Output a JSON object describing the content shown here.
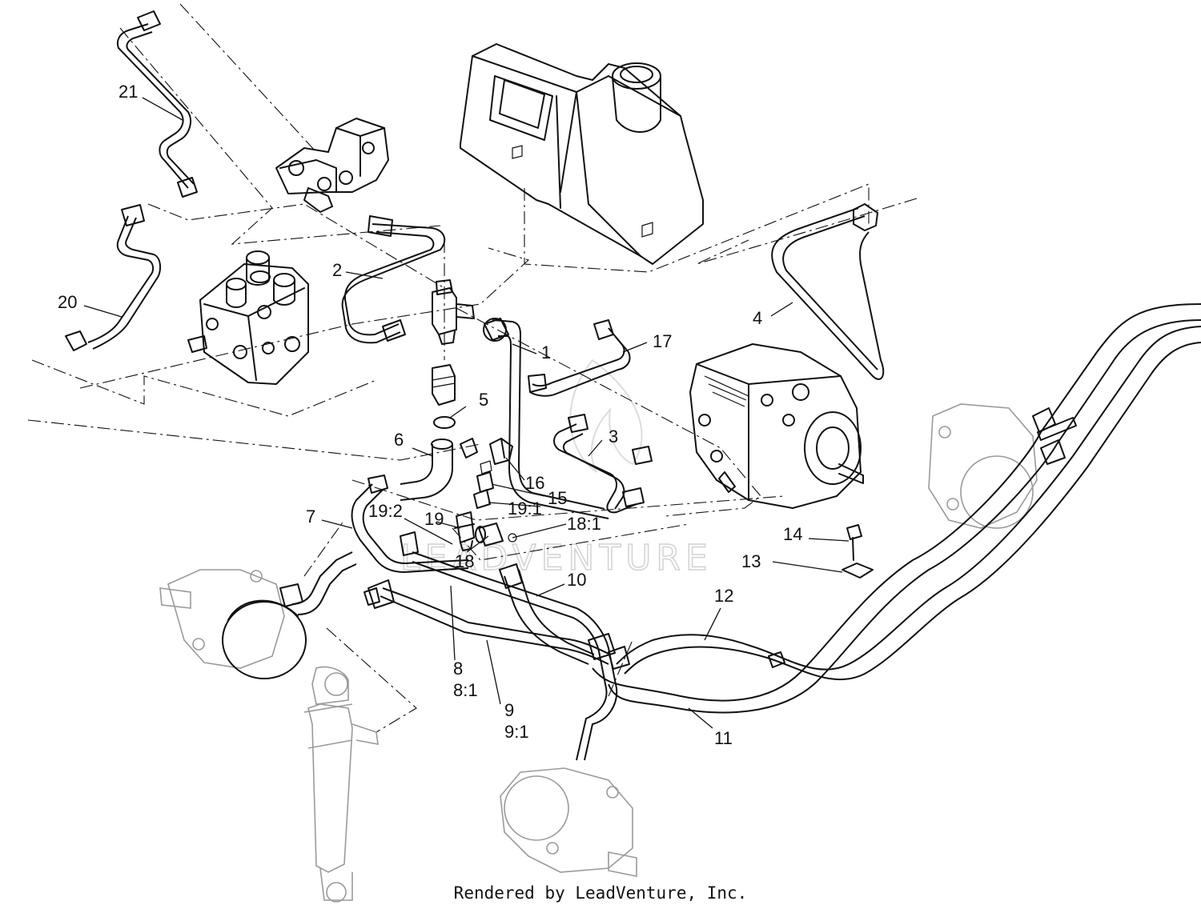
{
  "diagram": {
    "callouts": [
      "1",
      "2",
      "3",
      "4",
      "5",
      "6",
      "7",
      "8",
      "8:1",
      "9",
      "9:1",
      "10",
      "11",
      "12",
      "13",
      "14",
      "15",
      "16",
      "17",
      "18",
      "18:1",
      "19",
      "19:1",
      "19:2",
      "20",
      "21"
    ],
    "watermark": "LEADVENTURE",
    "footer": "Rendered by LeadVenture, Inc."
  }
}
